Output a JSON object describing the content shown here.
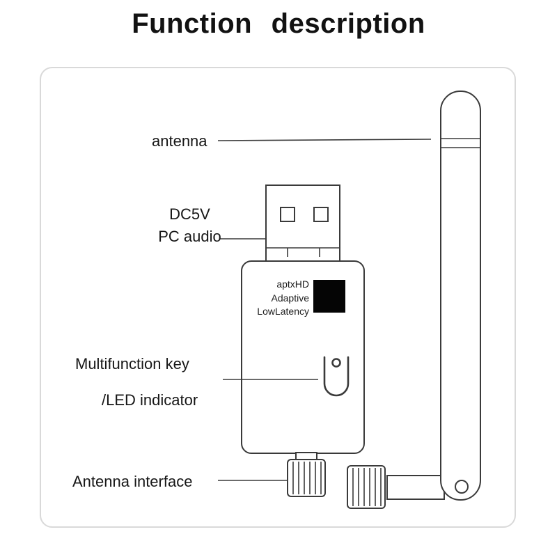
{
  "title": "Function description",
  "diagram": {
    "labels": {
      "antenna": "antenna",
      "power": "DC5V",
      "pc_audio": "PC audio",
      "multifunction_key": "Multifunction key",
      "led_indicator": "/LED indicator",
      "antenna_interface": "Antenna interface"
    },
    "device_markings": [
      "aptxHD",
      "Adaptive",
      "LowLatency"
    ]
  },
  "colors": {
    "line": "#3a3a3a",
    "text": "#161616",
    "frame": "#d9d9d9",
    "marking_square": "#050505",
    "background": "#ffffff"
  }
}
